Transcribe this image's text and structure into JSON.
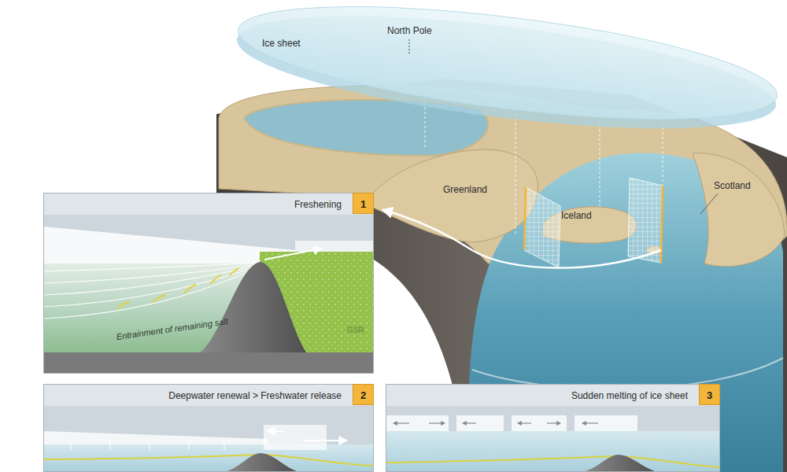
{
  "diagram": {
    "nodes": [
      {
        "text": [
          "Freshening",
          "1",
          "Entrainment of remaining salt",
          "GSR"
        ]
      },
      {
        "text": [
          "Deepwater renewal > Freshwater release",
          "2"
        ]
      },
      {
        "text": [
          "Sudden melting of ice sheet",
          "3"
        ]
      }
    ],
    "labels": [
      "Ice sheet",
      "North Pole",
      "Greenland",
      "Iceland",
      "Scotland"
    ]
  }
}
